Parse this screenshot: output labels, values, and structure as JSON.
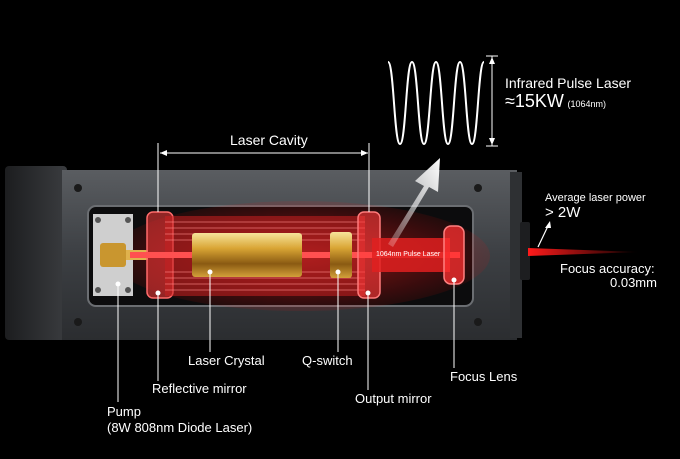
{
  "wave": {
    "title": "Infrared Pulse Laser",
    "power": "≈15KW",
    "wavelength": "(1064nm)"
  },
  "cavity": {
    "label": "Laser Cavity"
  },
  "beam": {
    "inner_label": "1064nm Pulse Laser"
  },
  "output": {
    "avg_label": "Average laser power",
    "avg_value": "> 2W",
    "focus_label": "Focus accuracy:",
    "focus_value": "0.03mm"
  },
  "components": {
    "laser_crystal": "Laser Crystal",
    "q_switch": "Q-switch",
    "reflective_mirror": "Reflective mirror",
    "output_mirror": "Output mirror",
    "focus_lens": "Focus Lens",
    "pump_line1": "Pump",
    "pump_line2": "(8W 808nm Diode Laser)"
  }
}
